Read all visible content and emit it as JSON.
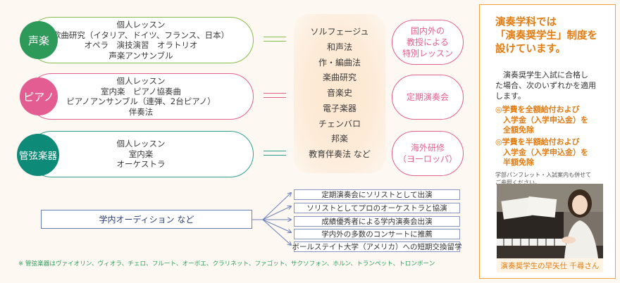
{
  "rows": [
    {
      "name": "声楽",
      "lines": [
        "個人レッスン",
        "歌曲研究（イタリア、ドイツ、フランス、日本）",
        "オペラ　演技演習　オラトリオ",
        "声楽アンサンブル"
      ]
    },
    {
      "name": "ピアノ",
      "lines": [
        "個人レッスン",
        "室内楽　ピアノ協奏曲",
        "ピアノアンサンブル（連弾、2台ピアノ）",
        "伴奏法"
      ]
    },
    {
      "name": "管弦楽器",
      "lines": [
        "個人レッスン",
        "室内楽",
        "オーケストラ"
      ]
    }
  ],
  "subjects": [
    "ソルフェージュ",
    "和声法",
    "作・編曲法",
    "楽曲研究",
    "音楽史",
    "電子楽器",
    "チェンバロ",
    "邦楽",
    "教育伴奏法 など"
  ],
  "side_items": [
    {
      "lines": [
        "国内外の",
        "教授による",
        "特別レッスン"
      ]
    },
    {
      "lines": [
        "定期演奏会"
      ]
    },
    {
      "lines": [
        "海外研修",
        "（ヨーロッパ）"
      ]
    }
  ],
  "audition": "学内オーディション など",
  "opportunities": [
    "定期演奏会にソリストとして出演",
    "ソリストとしてプロのオーケストラと協演",
    "成績優秀者による学内演奏会出演",
    "学内外の多数のコンサートに推薦",
    "ボールステイト大学（アメリカ）への短期交換留学"
  ],
  "footnote": "※ 管弦楽器はヴァイオリン、ヴィオラ、チェロ、フルート、オーボエ、クラリネット、ファゴット、サクソフォン、ホルン、トランペット、トロンボーン",
  "panel": {
    "title_lines": [
      "演奏学科では",
      "「演奏奨学生」制度を",
      "設けています。"
    ],
    "body_lines": [
      "演奏奨学生入試に合格し",
      "た場合、次のいずれかを適用",
      "します。"
    ],
    "option1_lines": [
      "◎学費を全額給付および",
      "　入学金（入学申込金）を",
      "　全額免除"
    ],
    "option2_lines": [
      "◎学費を半額給付および",
      "　入学金（入学申込金）を",
      "　半額免除"
    ],
    "note_lines": [
      "学部パンフレット・入試案内も併せて",
      "ご参照ください。"
    ],
    "caption": "演奏奨学生の早矢仕 千尋さん"
  },
  "colors": {
    "green": "#2e9a5a",
    "pink": "#e35d92",
    "teal": "#0e8a78",
    "orange": "#e07c12",
    "navy": "#2a3d7a"
  }
}
